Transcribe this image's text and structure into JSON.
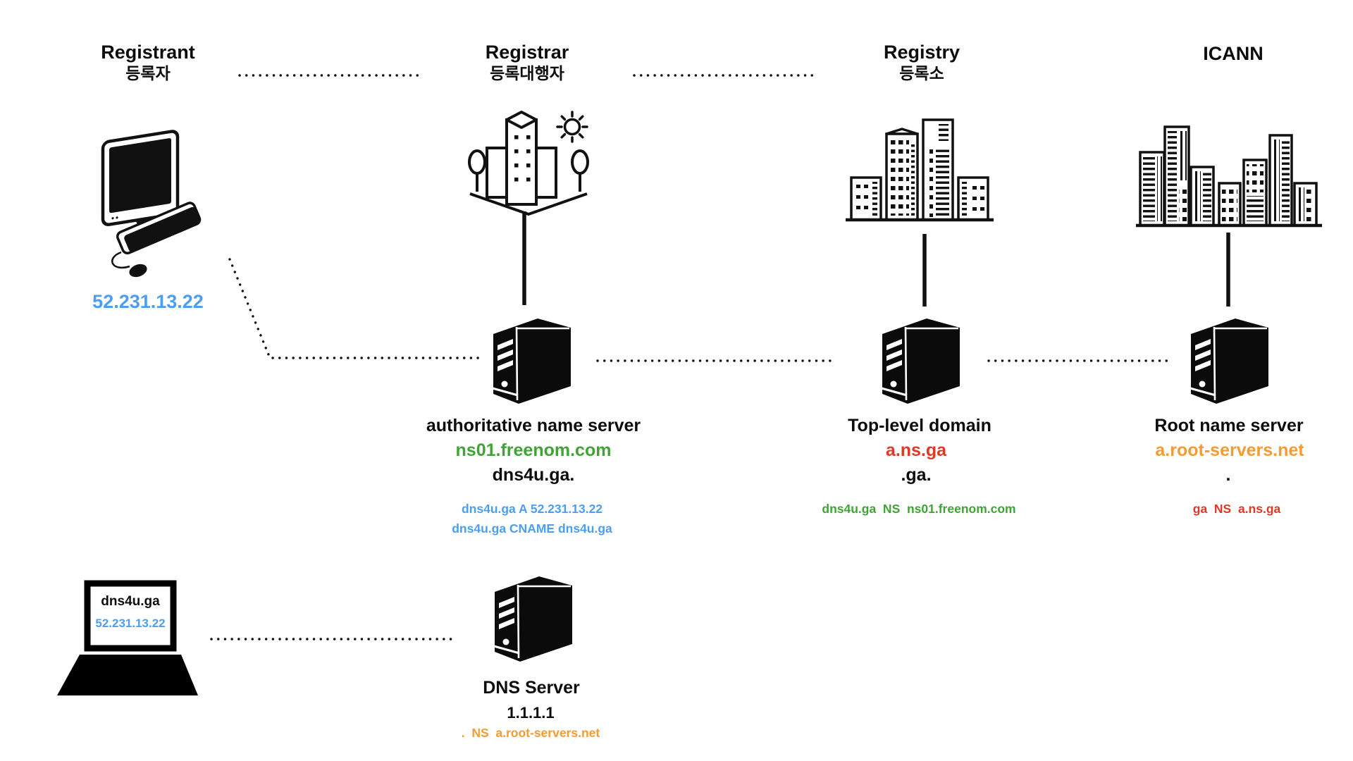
{
  "colors": {
    "ink": "#0d0d0d",
    "blue": "#4B9EF0",
    "green": "#3FA435",
    "red": "#DC3A25",
    "orange": "#F49B33"
  },
  "top_row": {
    "registrant": {
      "title": "Registrant",
      "subtitle": "등록자",
      "ip": "52.231.13.22"
    },
    "registrar": {
      "title": "Registrar",
      "subtitle": "등록대행자"
    },
    "registry": {
      "title": "Registry",
      "subtitle": "등록소"
    },
    "icann": {
      "title": "ICANN"
    }
  },
  "middle_row": {
    "authoritative": {
      "name": "authoritative name server",
      "host": "ns01.freenom.com",
      "zone": "dns4u.ga.",
      "records": [
        "dns4u.ga A 52.231.13.22",
        "dns4u.ga CNAME dns4u.ga"
      ]
    },
    "tld": {
      "name": "Top-level domain",
      "host": "a.ns.ga",
      "zone": ".ga.",
      "records": [
        "dns4u.ga  NS  ns01.freenom.com"
      ]
    },
    "root": {
      "name": "Root name server",
      "host": "a.root-servers.net",
      "zone": ".",
      "records": [
        "ga  NS  a.ns.ga"
      ]
    }
  },
  "bottom_row": {
    "client": {
      "domain": "dns4u.ga",
      "ip": "52.231.13.22"
    },
    "resolver": {
      "name": "DNS Server",
      "host": "1.1.1.1",
      "records": [
        ".  NS  a.root-servers.net"
      ]
    }
  }
}
